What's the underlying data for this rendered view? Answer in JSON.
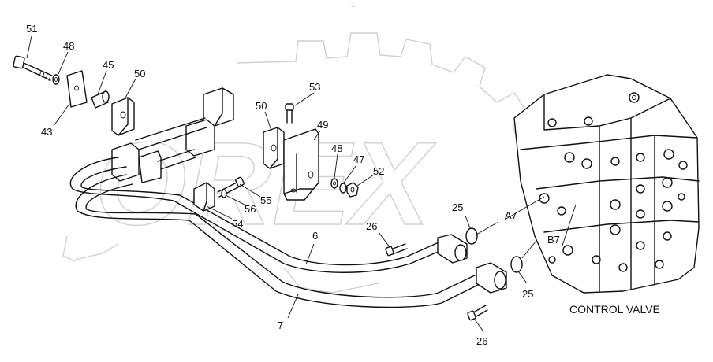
{
  "header": {
    "tiny_mark": "° ---"
  },
  "watermark": {
    "text": "OREX"
  },
  "caption": "CONTROL VALVE",
  "port_labels": {
    "a7": "A7",
    "b7": "B7"
  },
  "callouts": {
    "c51": "51",
    "c48a": "48",
    "c45": "45",
    "c43": "43",
    "c50a": "50",
    "c53": "53",
    "c50b": "50",
    "c49": "49",
    "c48b": "48",
    "c47": "47",
    "c52": "52",
    "c55": "55",
    "c56": "56",
    "c54": "54",
    "c25a": "25",
    "c25b": "25",
    "c26a": "26",
    "c26b": "26",
    "c6": "6",
    "c7": "7"
  }
}
